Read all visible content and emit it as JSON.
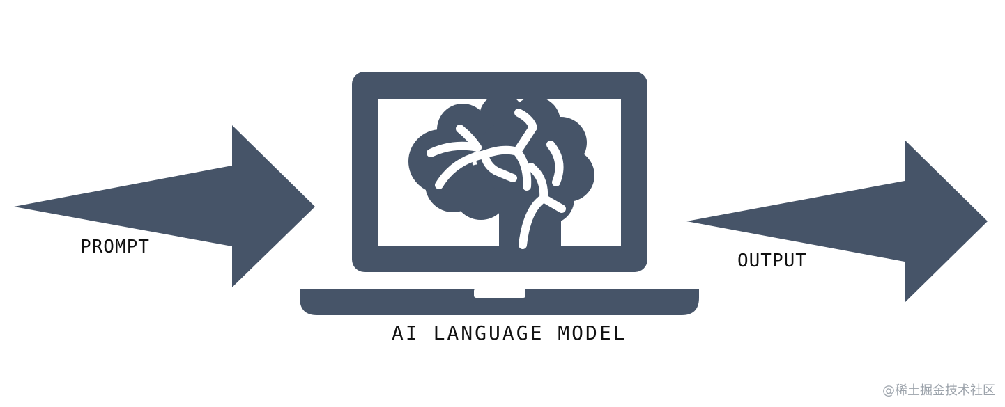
{
  "labels": {
    "input": "PROMPT",
    "model": "AI LANGUAGE MODEL",
    "output": "OUTPUT"
  },
  "watermark": "@稀土掘金技术社区",
  "colors": {
    "shape_fill": "#465468",
    "background": "#ffffff",
    "text": "#111111"
  },
  "icons": [
    "input-arrow-icon",
    "laptop-icon",
    "brain-icon",
    "output-arrow-icon"
  ]
}
